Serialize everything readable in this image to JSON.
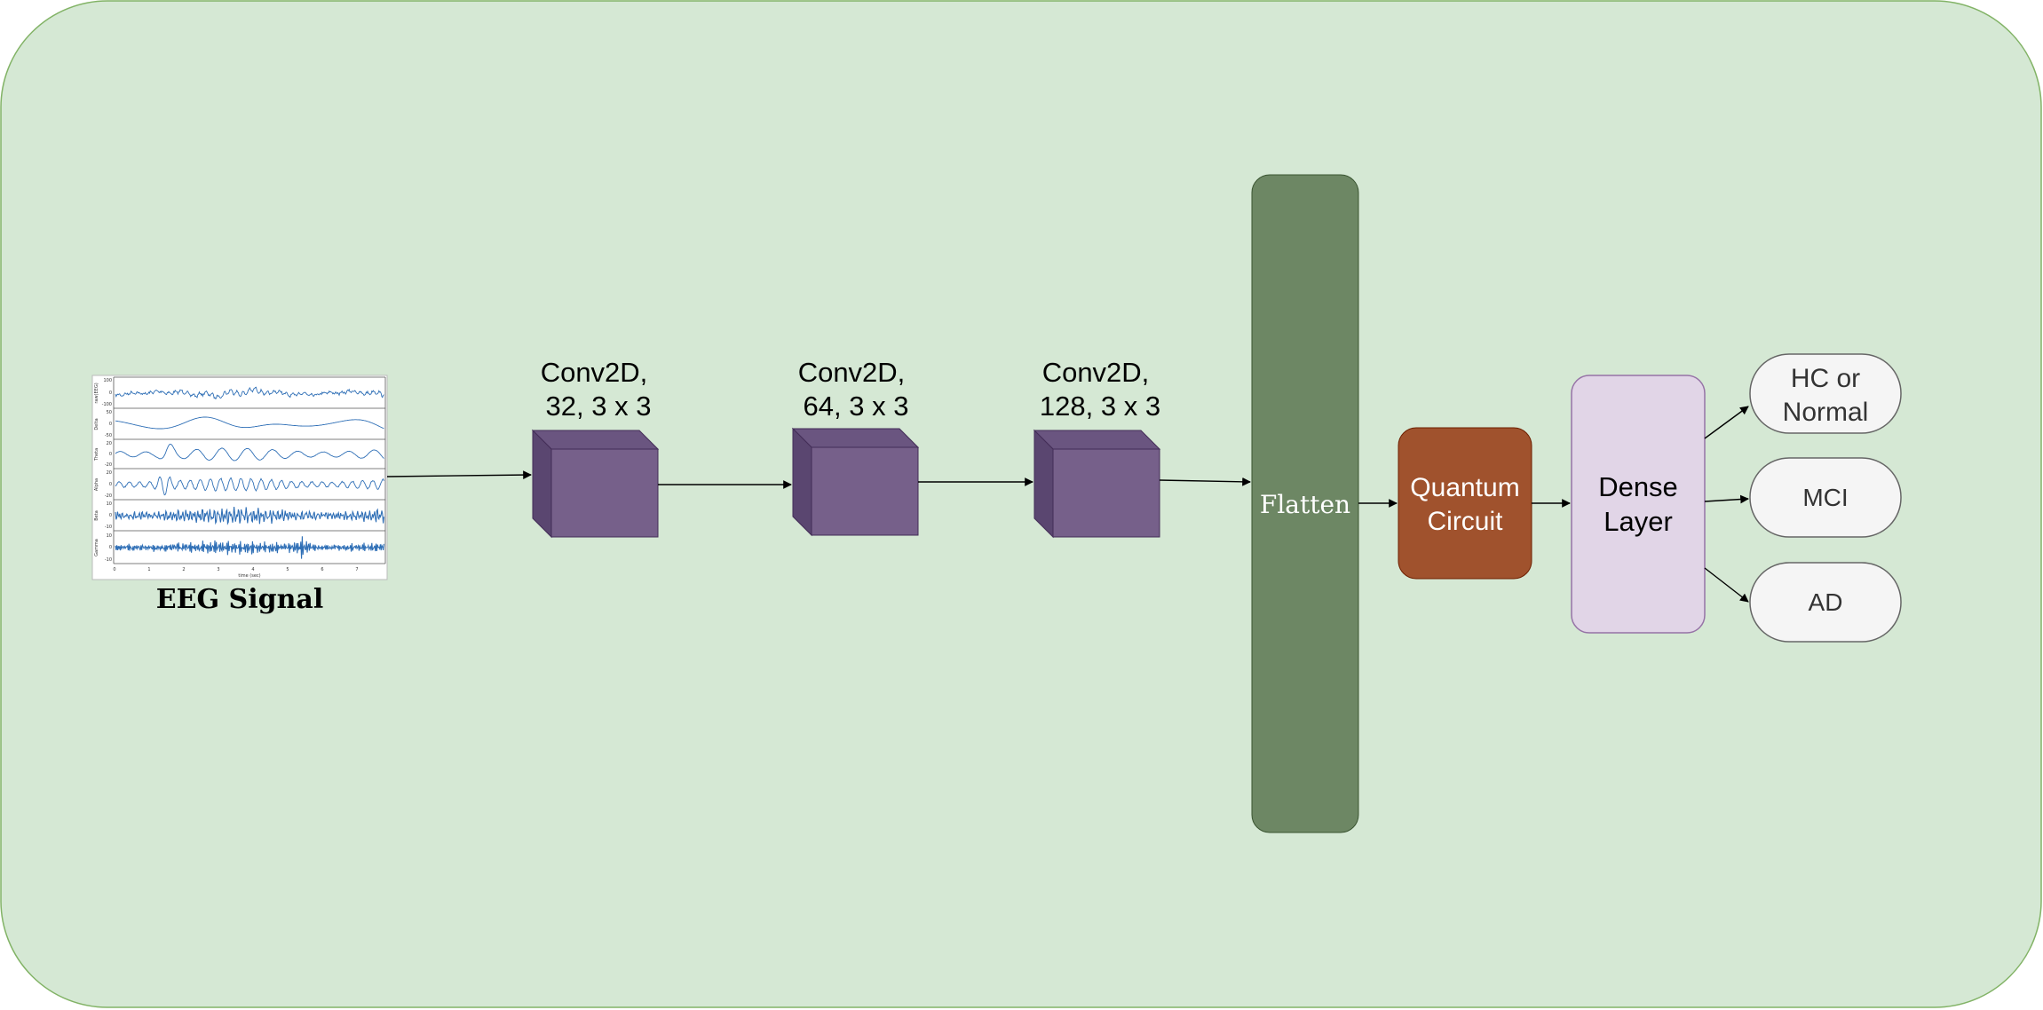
{
  "background_color": "#d5e8d4",
  "background_border_color": "#82b366",
  "eeg": {
    "caption": "EEG Signal",
    "trace_color": "#2f6fb6",
    "band_labels": [
      "raw(EEG)",
      "Delta",
      "Theta",
      "Alpha",
      "Beta",
      "Gamma"
    ],
    "tick_labels": {
      "raw": [
        "100",
        "0",
        "-100"
      ],
      "delta": [
        "50",
        "0",
        "-50"
      ],
      "theta": [
        "20",
        "0",
        "-20"
      ],
      "alpha": [
        "20",
        "0",
        "-20"
      ],
      "beta": [
        "10",
        "0",
        "-10"
      ],
      "gamma": [
        "10",
        "0",
        "-10"
      ]
    },
    "x_ticks": [
      "0",
      "1",
      "2",
      "3",
      "4",
      "5",
      "6",
      "7"
    ],
    "x_label": "time (sec)"
  },
  "conv_layers": [
    {
      "line1": "Conv2D,",
      "line2": "32, 3 x 3"
    },
    {
      "line1": "Conv2D,",
      "line2": "64, 3 x 3"
    },
    {
      "line1": "Conv2D,",
      "line2": "128, 3 x 3"
    }
  ],
  "cube_colors": {
    "front": "#76608a",
    "side": "#5a4670",
    "top": "#6a5580",
    "stroke": "#432d57"
  },
  "flatten": {
    "label": "Flatten",
    "fill": "#6d8764",
    "stroke": "#3a5431"
  },
  "quantum": {
    "line1": "Quantum",
    "line2": "Circuit",
    "fill": "#a0522d",
    "stroke": "#6d1f00"
  },
  "dense": {
    "line1": "Dense",
    "line2": "Layer",
    "fill": "#e1d5e7",
    "stroke": "#9673a6"
  },
  "outputs": [
    {
      "line1": "HC or",
      "line2": "Normal"
    },
    {
      "line1": "MCI",
      "line2": ""
    },
    {
      "line1": "AD",
      "line2": ""
    }
  ],
  "output_colors": {
    "fill": "#f5f5f5",
    "stroke": "#666666",
    "text": "#333333"
  }
}
